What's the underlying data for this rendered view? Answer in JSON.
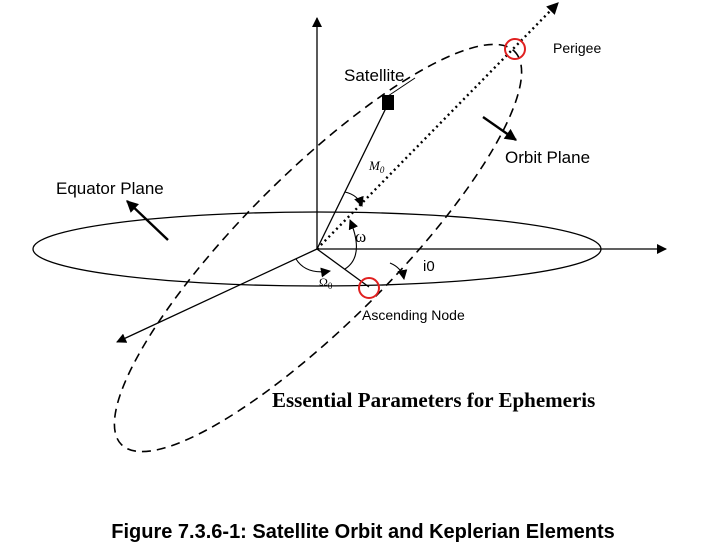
{
  "labels": {
    "perigee": "Perigee",
    "satellite": "Satellite",
    "orbit_plane": "Orbit Plane",
    "equator_plane": "Equator Plane",
    "ascending_node": "Ascending Node",
    "mean_anomaly": "M",
    "mean_anomaly_sub": "0",
    "omega_arg": "ω",
    "inclination": "i",
    "inclination_sub": "0",
    "raan": "Ω",
    "raan_sub": "0"
  },
  "title": "Essential Parameters for Ephemeris",
  "caption": "Figure 7.3.6-1: Satellite Orbit and Keplerian Elements",
  "colors": {
    "marker": "#e02020",
    "line": "#000000"
  }
}
